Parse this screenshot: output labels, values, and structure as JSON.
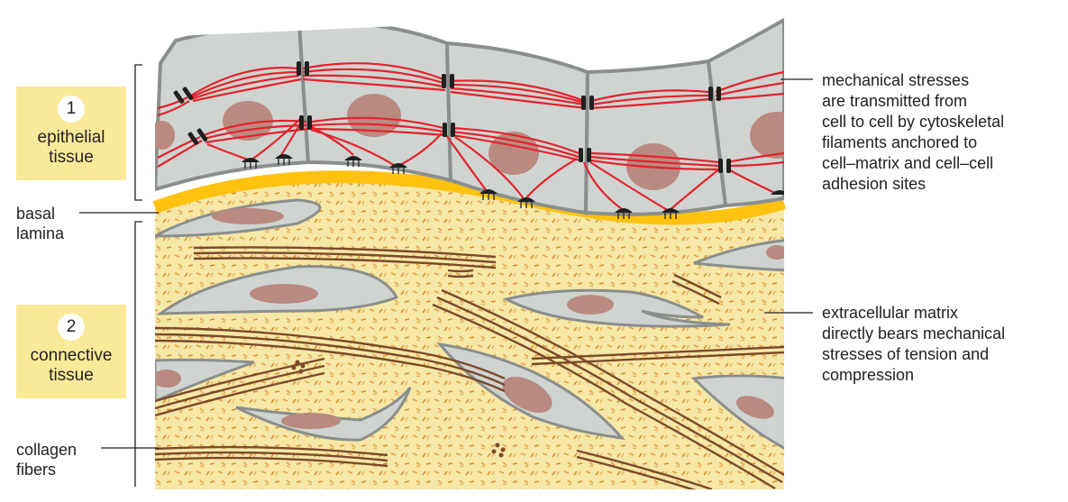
{
  "boxes": [
    {
      "number": "1",
      "line1": "epithelial",
      "line2": "tissue"
    },
    {
      "number": "2",
      "line1": "connective",
      "line2": "tissue"
    }
  ],
  "labels": {
    "basal_lamina": [
      "basal",
      "lamina"
    ],
    "collagen_fibers": [
      "collagen",
      "fibers"
    ],
    "mechanical_stresses": [
      "mechanical stresses",
      "are transmitted from",
      "cell to cell by cytoskeletal",
      "filaments anchored to",
      "cell–matrix and cell–cell",
      "adhesion sites"
    ],
    "extracellular_matrix": [
      "extracellular matrix",
      "directly bears mechanical",
      "stresses of tension and",
      "compression"
    ]
  },
  "colors": {
    "matrix": "#f6e7a6",
    "matrix_speck": "#e2a24a",
    "cell_fill": "#cfd4d1",
    "cell_outline": "#8a8f8d",
    "nucleus": "#b98a80",
    "filament": "#e4222b",
    "basal_lamina": "#ffc20e",
    "collagen": "#7b4a2a",
    "label_box": "#fbe99a"
  }
}
